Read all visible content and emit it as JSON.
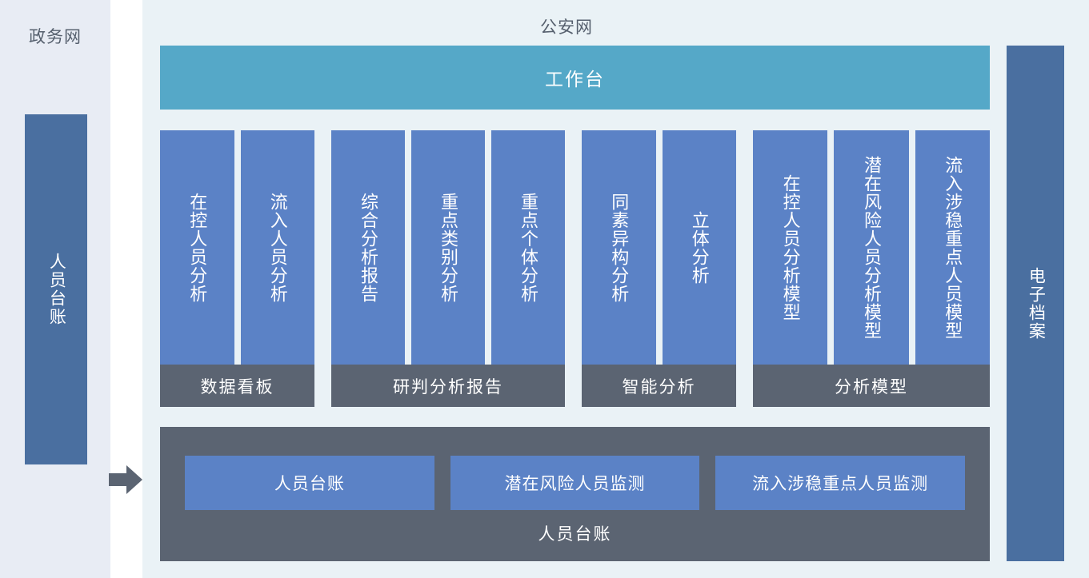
{
  "left_zone": {
    "title": "政务网",
    "panel": {
      "label": "人员台账"
    }
  },
  "flow": {
    "arrow_icon": "right-arrow-icon"
  },
  "right_zone": {
    "title": "公安网",
    "workbench": {
      "label": "工作台"
    },
    "groups": [
      {
        "label": "数据看板",
        "columns": [
          {
            "label": "在控人员分析"
          },
          {
            "label": "流入人员分析"
          }
        ]
      },
      {
        "label": "研判分析报告",
        "columns": [
          {
            "label": "综合分析报告"
          },
          {
            "label": "重点类别分析"
          },
          {
            "label": "重点个体分析"
          }
        ]
      },
      {
        "label": "智能分析",
        "columns": [
          {
            "label": "同素异构分析"
          },
          {
            "label": "立体分析"
          }
        ]
      },
      {
        "label": "分析模型",
        "columns": [
          {
            "label": "在控人员分析模型"
          },
          {
            "label": "潜在风险人员分析模型"
          },
          {
            "label": "流入涉稳重点人员模型"
          }
        ]
      }
    ],
    "ledger": {
      "label": "人员台账",
      "cards": [
        {
          "label": "人员台账"
        },
        {
          "label": "潜在风险人员监测"
        },
        {
          "label": "流入涉稳重点人员监测"
        }
      ]
    },
    "archive_panel": {
      "label": "电子档案"
    }
  },
  "colors": {
    "zone_left_bg": "#e8ecf4",
    "zone_right_bg": "#eaf2f6",
    "side_panel": "#4a6fa0",
    "workbench": "#55a8c8",
    "column": "#5b82c6",
    "band_gray": "#5b6472",
    "title_text": "#56606e",
    "arrow": "#5b6472"
  }
}
